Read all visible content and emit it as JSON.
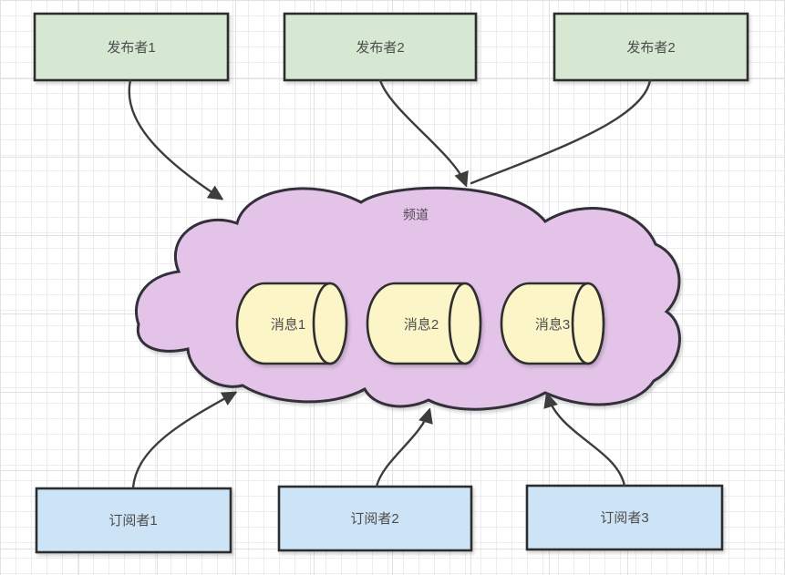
{
  "diagram": {
    "publishers": [
      {
        "label": "发布者1"
      },
      {
        "label": "发布者2"
      },
      {
        "label": "发布者2"
      }
    ],
    "channel": {
      "label": "频道",
      "messages": [
        {
          "label": "消息1"
        },
        {
          "label": "消息2"
        },
        {
          "label": "消息3"
        }
      ]
    },
    "subscribers": [
      {
        "label": "订阅者1"
      },
      {
        "label": "订阅者2"
      },
      {
        "label": "订阅者3"
      }
    ],
    "colors": {
      "publisher_fill": "#d6e8d2",
      "subscriber_fill": "#cde4f7",
      "channel_fill": "#e3c3e8",
      "message_fill": "#fbf5c8",
      "arrow": "#3d3d3d",
      "label_text": "#4d4d4d"
    }
  }
}
